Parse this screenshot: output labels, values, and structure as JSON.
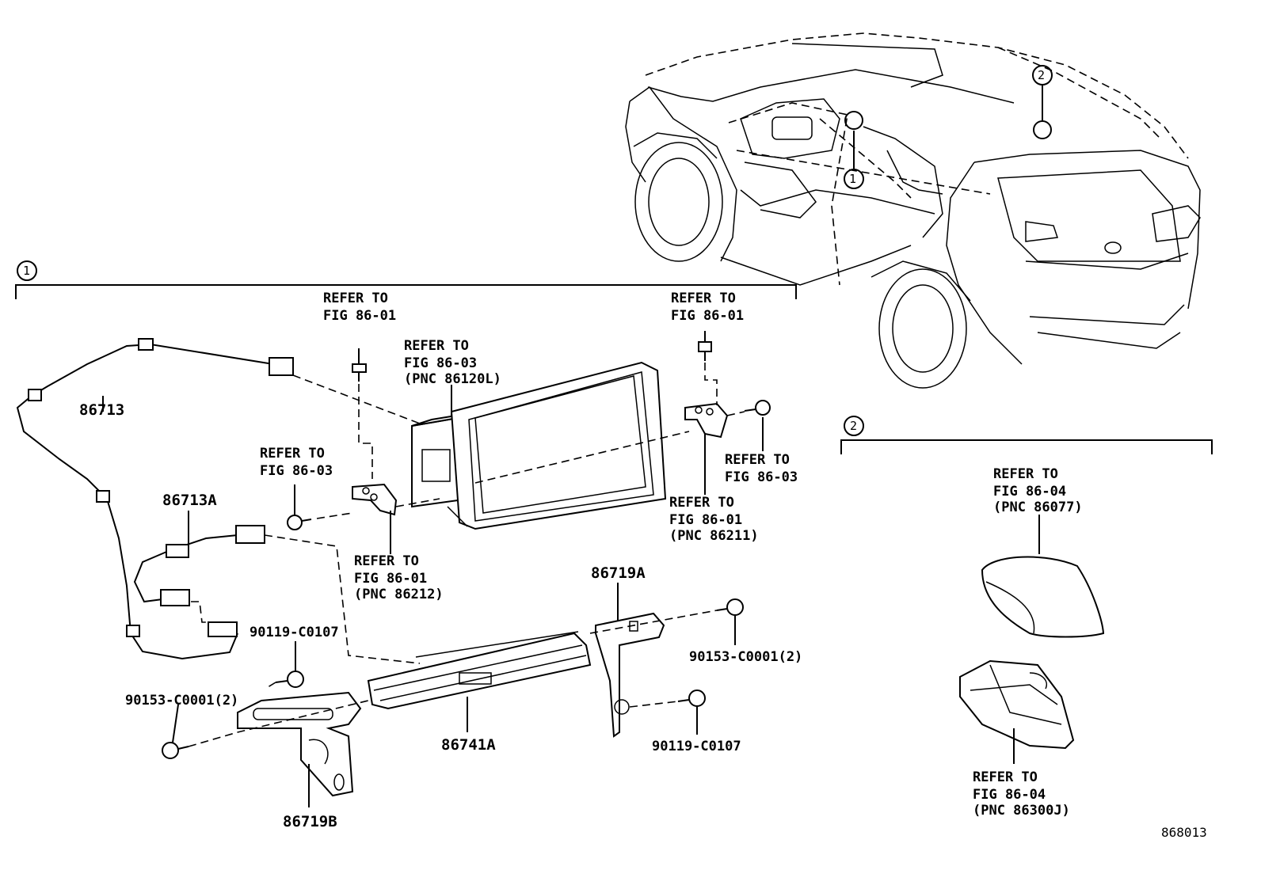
{
  "diagram_id": "868013",
  "sections": [
    {
      "id": "section-1",
      "number": "1"
    },
    {
      "id": "section-2",
      "number": "2"
    }
  ],
  "car_callouts": [
    "1",
    "2"
  ],
  "labels": {
    "p86713": "86713",
    "p86713A": "86713A",
    "p86719A": "86719A",
    "p86719B": "86719B",
    "p86741A": "86741A",
    "bolt_90119_upper": "90119-C0107",
    "bolt_90119_lower": "90119-C0107",
    "bolt_90153_left": "90153-C0001(2)",
    "bolt_90153_right": "90153-C0001(2)"
  },
  "references": [
    {
      "id": "ref-a",
      "lines": [
        "REFER TO",
        "FIG 86-01"
      ]
    },
    {
      "id": "ref-b",
      "lines": [
        "REFER TO",
        "FIG 86-03",
        "(PNC 86120L)"
      ]
    },
    {
      "id": "ref-c",
      "lines": [
        "REFER TO",
        "FIG 86-01"
      ]
    },
    {
      "id": "ref-d",
      "lines": [
        "REFER TO",
        "FIG 86-03"
      ]
    },
    {
      "id": "ref-e",
      "lines": [
        "REFER TO",
        "FIG 86-03"
      ]
    },
    {
      "id": "ref-f",
      "lines": [
        "REFER TO",
        "FIG 86-01",
        "(PNC 86212)"
      ]
    },
    {
      "id": "ref-g",
      "lines": [
        "REFER TO",
        "FIG 86-01",
        "(PNC 86211)"
      ]
    },
    {
      "id": "ref-h",
      "lines": [
        "REFER TO",
        "FIG 86-04",
        "(PNC 86077)"
      ]
    },
    {
      "id": "ref-i",
      "lines": [
        "REFER TO",
        "FIG 86-04",
        "(PNC 86300J)"
      ]
    }
  ]
}
